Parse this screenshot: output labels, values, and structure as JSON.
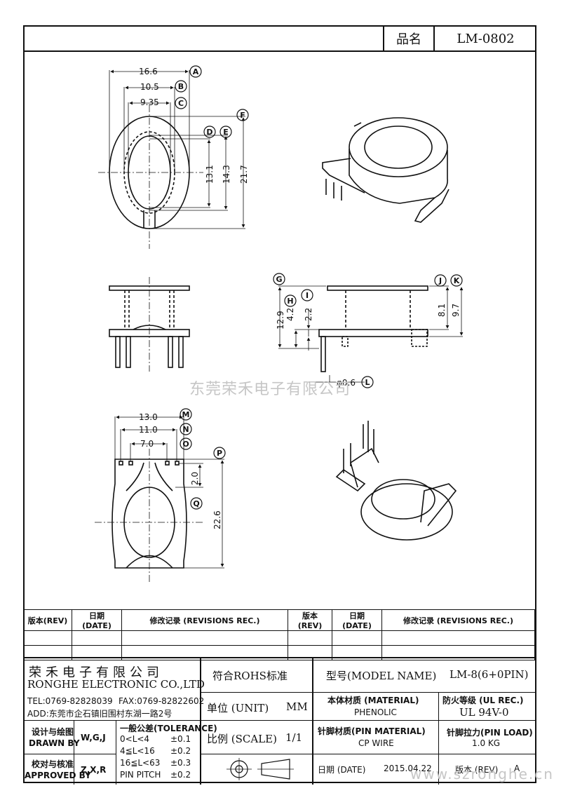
{
  "header": {
    "product_label": "品名",
    "product_code": "LM-0802"
  },
  "labels": [
    "A",
    "B",
    "C",
    "D",
    "E",
    "F",
    "G",
    "H",
    "I",
    "J",
    "K",
    "L",
    "M",
    "N",
    "O",
    "P",
    "Q"
  ],
  "dimensions": {
    "top_view": {
      "a": "16.6",
      "b": "10.5",
      "c": "9.35",
      "d": "13.1",
      "e": "14.3",
      "f": "21.7"
    },
    "side_view": {
      "g": "12.9",
      "h": "4.2",
      "i": "2.2",
      "j": "8.1",
      "k": "9.7",
      "l": "φ0.6"
    },
    "bottom_view": {
      "m": "13.0",
      "n": "11.0",
      "o": "7.0",
      "q": "2.0",
      "p": "22.6"
    }
  },
  "watermark": "东莞荣禾电子有限公司",
  "watermark_url": "www.szronghe.cn",
  "revisions": {
    "headers": [
      "版本(REV)",
      "日期 (DATE)",
      "修改记录 (REVISIONS REC.)",
      "版本(REV)",
      "日期 (DATE)",
      "修改记录 (REVISIONS REC.)"
    ]
  },
  "title_block": {
    "company_cn": "荣禾电子有限公司",
    "company_en": "RONGHE ELECTRONIC CO.,LTD",
    "tel": "TEL:0769-82828039",
    "fax": "FAX:0769-82822602",
    "address": "ADD:东莞市企石镇旧围村东湖一路2号",
    "rohs": "符合ROHS标准",
    "model_label": "型号(MODEL NAME)",
    "model_value": "LM-8(6+0PIN)",
    "unit_label": "单位 (UNIT)",
    "unit_value": "MM",
    "material_label": "本体材质 (MATERIAL)",
    "material_value": "PHENOLIC",
    "fire_label": "防火等级 (UL REC.)",
    "fire_value": "UL 94V-0",
    "design_label": "设计与绘图",
    "drawn_by_label": "DRAWN BY",
    "drawn_by": "W,G,J",
    "approve_label": "校对与核准",
    "approved_by_label": "APPROVED BY",
    "approved_by": "Z,X,R",
    "tolerance_title": "一般公差(TOLERANCE)",
    "tolerances": [
      {
        "range": "0<L<4",
        "value": "±0.1"
      },
      {
        "range": "4≦L<16",
        "value": "±0.2"
      },
      {
        "range": "16≦L<63",
        "value": "±0.3"
      },
      {
        "range": "PIN PITCH",
        "value": "±0.2"
      }
    ],
    "scale_label": "比例 (SCALE)",
    "scale_value": "1/1",
    "pin_material_label": "针脚材质(PIN MATERIAL)",
    "pin_material_value": "CP WIRE",
    "pin_load_label": "针脚拉力(PIN LOAD)",
    "pin_load_value": "1.0 KG",
    "date_label": "日期 (DATE)",
    "date_value": "2015.04.22",
    "rev_label": "版本 (REV)",
    "rev_value": "A"
  }
}
